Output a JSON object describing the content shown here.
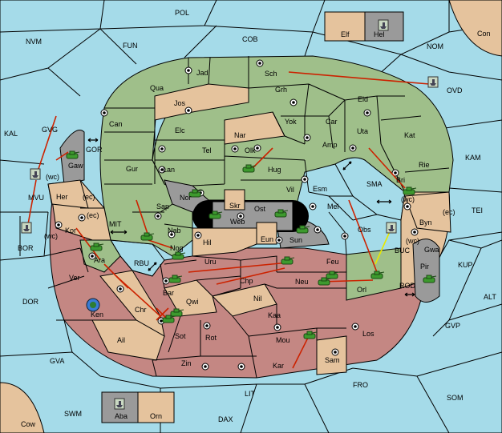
{
  "colors": {
    "sea": "#a5dbe9",
    "green": "#9fbf8a",
    "tan": "#e5c39d",
    "red": "#c48783",
    "grey": "#9a9a9a",
    "arrow": "#cc2200",
    "support_arrow": "#e8e800"
  },
  "sea_labels": {
    "pol": "POL",
    "nvm": "NVM",
    "fun": "FUN",
    "cob": "COB",
    "nom": "NOM",
    "con": "Con",
    "ovd": "OVD",
    "kal": "KAL",
    "gvg": "GVG",
    "mvu": "MVU",
    "gor": "GOR",
    "kam": "KAM",
    "sma": "SMA",
    "tei": "TEI",
    "mit": "MIT",
    "bor": "BOR",
    "rbu": "RBU",
    "buc": "BUC",
    "kup": "KUP",
    "rod": "ROD",
    "alt": "ALT",
    "dor": "DOR",
    "gvp": "GVP",
    "gva": "GVA",
    "fro": "FRO",
    "som": "SOM",
    "lit": "LIT",
    "swm": "SWM",
    "dax": "DAX",
    "cow": "Cow",
    "wc1": "(wc)",
    "wc2": "(wc)",
    "wc3": "(wc)",
    "wc4": "(wc)",
    "ec1": "(ec)",
    "ec2": "(ec)",
    "ec3": "(ec)"
  },
  "land_labels": {
    "jad": "Jad",
    "sch": "Sch",
    "qua": "Qua",
    "jos": "Jos",
    "grh": "Grh",
    "eld": "Eld",
    "can": "Can",
    "yok": "Yok",
    "car": "Car",
    "elc": "Elc",
    "nar": "Nar",
    "uta": "Uta",
    "kat": "Kat",
    "tel": "Tel",
    "olk": "Olk",
    "amp": "Amp",
    "gur": "Gur",
    "lan": "Lan",
    "hug": "Hug",
    "rie": "Rie",
    "bri": "Bri",
    "gaw": "Gaw",
    "vil": "Vil",
    "esm": "Esm",
    "nor": "Nor",
    "skr": "Skr",
    "ost": "Ost",
    "web": "Web",
    "mel": "Mel",
    "sap": "Sap",
    "byn": "Byn",
    "her": "Her",
    "kor": "Kor",
    "nab": "Nab",
    "hil": "Hil",
    "eun": "Eun",
    "sun": "Sun",
    "obs": "Obs",
    "gwa": "Gwa",
    "ara": "Ara",
    "nog": "Nog",
    "uru": "Uru",
    "feu": "Feu",
    "pir": "Pir",
    "ver": "Ver",
    "bar": "Bar",
    "chp": "Chp",
    "neu": "Neu",
    "orl": "Orl",
    "qwi": "Qwi",
    "nil": "Nil",
    "ken": "Ken",
    "chr": "Chr",
    "kaa": "Kaa",
    "sot": "Sot",
    "rot": "Rot",
    "los": "Los",
    "ail": "Ail",
    "mou": "Mou",
    "sam": "Sam",
    "zin": "Zin",
    "kar": "Kar",
    "elf": "Elf",
    "hel": "Hel",
    "aba": "Aba",
    "orn": "Orn"
  },
  "units": [
    {
      "type": "army",
      "province": "Gaw"
    },
    {
      "type": "army",
      "province": "Hug"
    },
    {
      "type": "army",
      "province": "Nor"
    },
    {
      "type": "army",
      "province": "Ost"
    },
    {
      "type": "army",
      "province": "Web"
    },
    {
      "type": "army",
      "province": "Sun"
    },
    {
      "type": "army",
      "province": "Sap"
    },
    {
      "type": "army",
      "province": "Nog"
    },
    {
      "type": "army",
      "province": "Ara"
    },
    {
      "type": "army",
      "province": "Bar"
    },
    {
      "type": "army",
      "province": "Uru"
    },
    {
      "type": "army",
      "province": "Feu"
    },
    {
      "type": "army",
      "province": "Neu"
    },
    {
      "type": "army",
      "province": "Orl"
    },
    {
      "type": "army",
      "province": "Bri"
    },
    {
      "type": "army",
      "province": "Pir"
    },
    {
      "type": "army",
      "province": "Chr"
    },
    {
      "type": "army",
      "province": "Mou"
    },
    {
      "type": "army",
      "province": "Sot"
    },
    {
      "type": "fleet",
      "province": "MVU"
    },
    {
      "type": "fleet",
      "province": "BOR"
    },
    {
      "type": "fleet",
      "province": "OVD"
    },
    {
      "type": "fleet",
      "province": "BUC"
    },
    {
      "type": "fleet",
      "province": "Hel"
    },
    {
      "type": "fleet",
      "province": "Aba"
    },
    {
      "type": "special",
      "province": "Ken"
    }
  ]
}
